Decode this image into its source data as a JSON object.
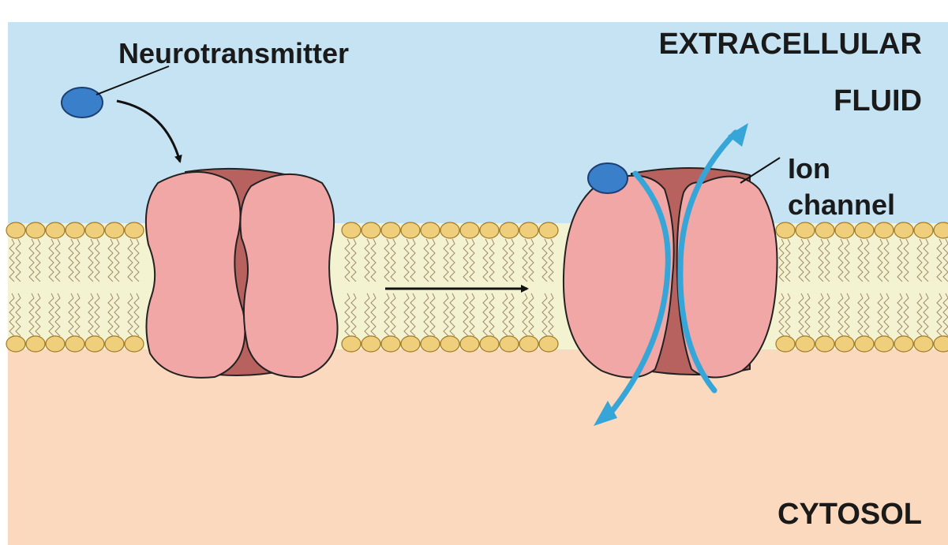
{
  "labels": {
    "neurotransmitter": "Neurotransmitter",
    "extracellular_line1": "EXTRACELLULAR",
    "extracellular_line2": "FLUID",
    "ion_line1": "Ion",
    "ion_line2": "channel",
    "cytosol": "CYTOSOL"
  },
  "colors": {
    "extracellular": "#c5e3f3",
    "cytosol": "#fbd9bf",
    "membrane_core": "#f4f3d1",
    "lipid_head": "#f0cf7c",
    "lipid_head_outline": "#a07a28",
    "protein": "#f1a7a5",
    "protein_dark": "#b8625f",
    "neurotransmitter": "#3a7fc9",
    "ion_flow": "#36a6d8",
    "arrow": "#111111"
  },
  "icons": {
    "neurotransmitter": "neurotransmitter-molecule",
    "closed_channel": "closed-ion-channel",
    "open_channel": "open-ion-channel",
    "transition": "arrow-right-icon",
    "binding": "curved-arrow-icon",
    "ion_flow": "ion-flow-arrows"
  }
}
